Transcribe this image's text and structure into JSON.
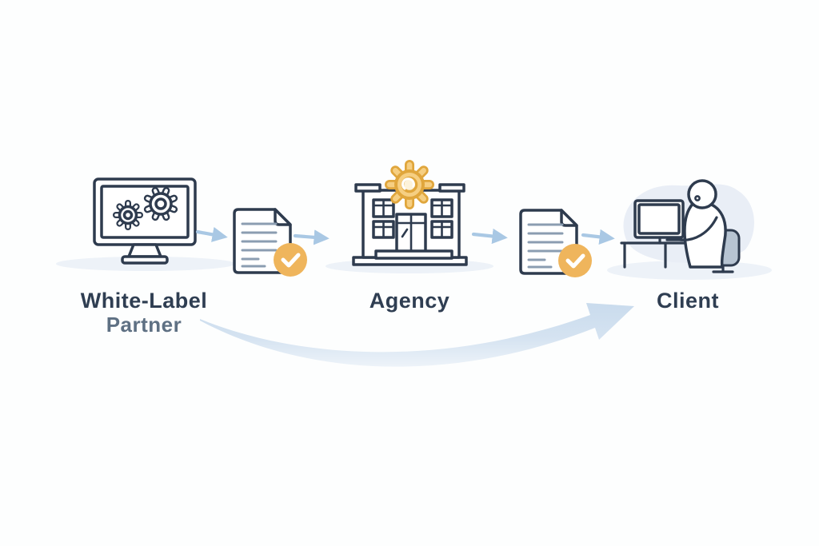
{
  "diagram": {
    "type": "workflow-illustration",
    "nodes": [
      {
        "id": "white-label-partner",
        "icon": "monitor-gears-icon",
        "label_lines": [
          "White-Label",
          "Partner"
        ]
      },
      {
        "id": "agency",
        "icon": "building-gear-icon",
        "label": "Agency"
      },
      {
        "id": "client",
        "icon": "person-at-computer-icon",
        "label": "Client"
      }
    ],
    "documents": [
      {
        "id": "partner-to-agency-document",
        "icon": "document-icon",
        "badge_icon": "check-badge-icon"
      },
      {
        "id": "agency-to-client-document",
        "icon": "document-icon",
        "badge_icon": "check-badge-icon"
      }
    ],
    "connectors": [
      {
        "from": "white-label-partner",
        "to": "partner-to-agency-document",
        "style": "straight-arrow"
      },
      {
        "from": "partner-to-agency-document",
        "to": "agency",
        "style": "straight-arrow"
      },
      {
        "from": "agency",
        "to": "agency-to-client-document",
        "style": "straight-arrow"
      },
      {
        "from": "agency-to-client-document",
        "to": "client",
        "style": "straight-arrow"
      },
      {
        "from": "white-label-partner",
        "to": "client",
        "style": "curved-swoosh-arrow"
      }
    ],
    "colors": {
      "outline_navy": "#2e3b4e",
      "label_dark": "#2f3e52",
      "label_muted": "#5e7083",
      "arrow_blue": "#a9c8e4",
      "swoosh_blue": "#cfdfee",
      "badge_orange": "#efb55c",
      "badge_check_white": "#ffffff",
      "gear_gold_fill": "#f6cf82",
      "gear_gold_outline": "#e0a63c",
      "gear_gold_hub": "#fdf3da",
      "doc_line_blue": "#8b9db1",
      "chair_fill": "#b7c4d2",
      "blob_fill": "#e9eef6",
      "shadow_fill": "#edf2f8",
      "background": "#fdfefe"
    }
  }
}
